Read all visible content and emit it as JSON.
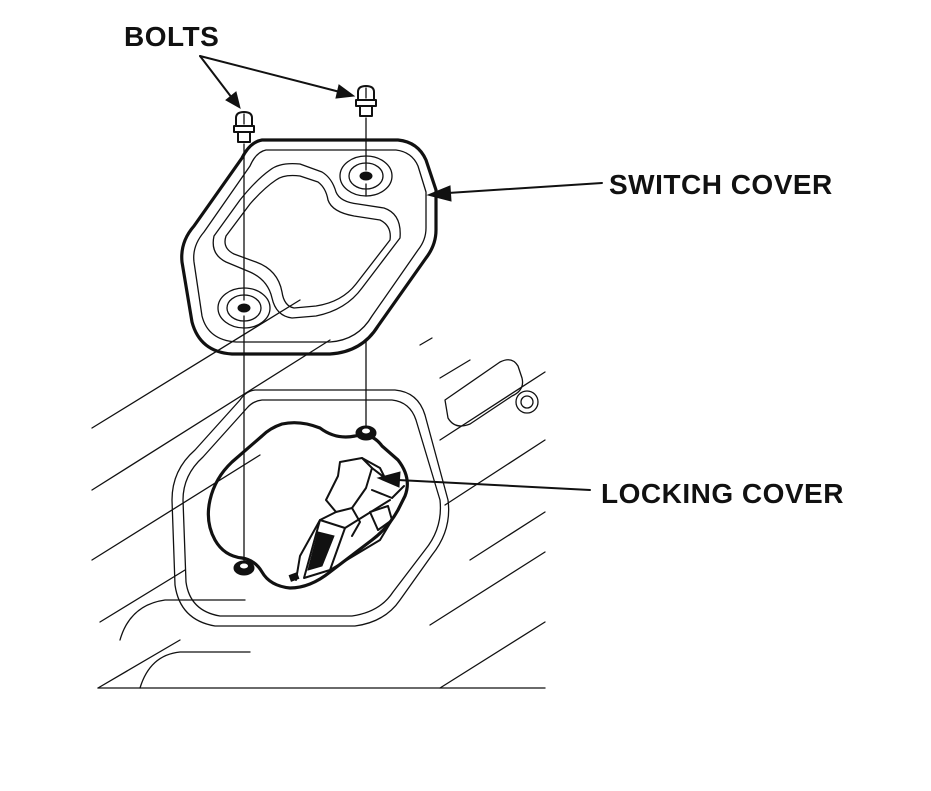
{
  "labels": {
    "bolts": "BOLTS",
    "switch_cover": "SWITCH COVER",
    "locking_cover": "LOCKING COVER"
  },
  "colors": {
    "line": "#111111",
    "background": "#ffffff"
  }
}
